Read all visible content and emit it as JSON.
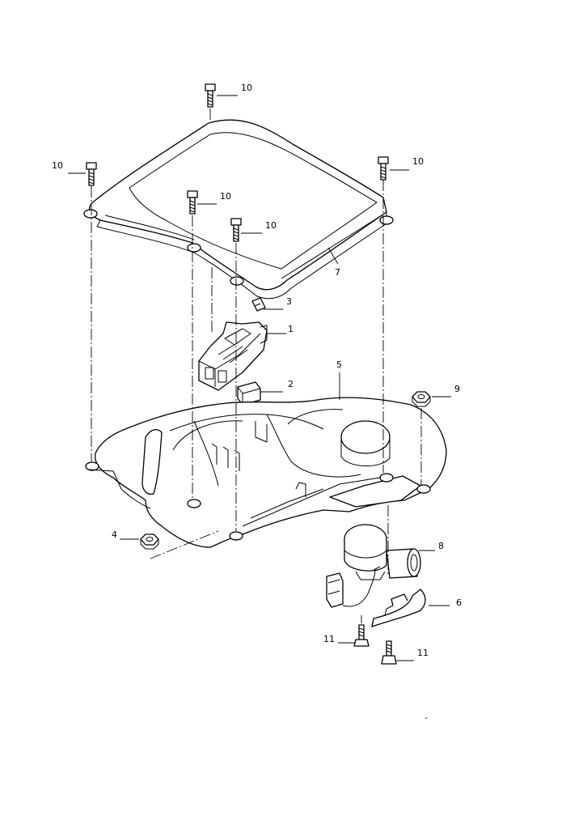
{
  "diagram": {
    "callouts": [
      {
        "id": "c10a",
        "text": "10"
      },
      {
        "id": "c10b",
        "text": "10"
      },
      {
        "id": "c10c",
        "text": "10"
      },
      {
        "id": "c10d",
        "text": "10"
      },
      {
        "id": "c10e",
        "text": "10"
      },
      {
        "id": "c7",
        "text": "7"
      },
      {
        "id": "c3",
        "text": "3"
      },
      {
        "id": "c1",
        "text": "1"
      },
      {
        "id": "c2",
        "text": "2"
      },
      {
        "id": "c5",
        "text": "5"
      },
      {
        "id": "c9",
        "text": "9"
      },
      {
        "id": "c4",
        "text": "4"
      },
      {
        "id": "c8",
        "text": "8"
      },
      {
        "id": "c6",
        "text": "6"
      },
      {
        "id": "c11a",
        "text": "11"
      },
      {
        "id": "c11b",
        "text": "11"
      }
    ]
  }
}
